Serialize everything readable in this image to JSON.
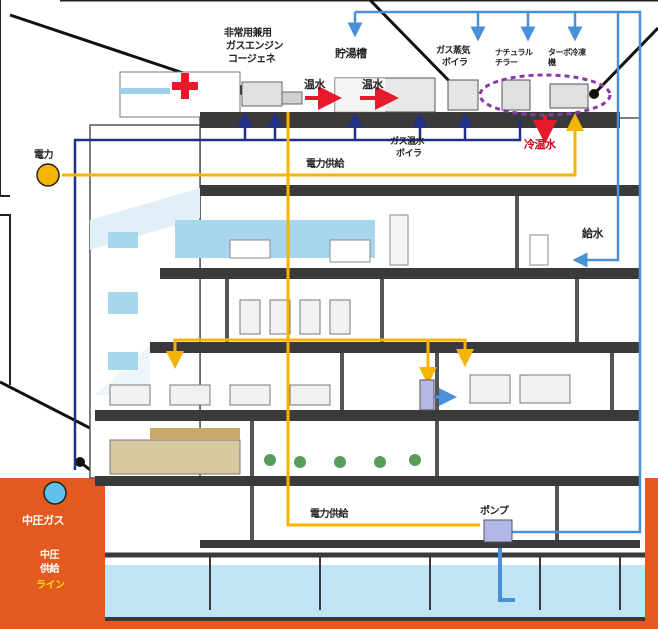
{
  "labels": {
    "cogen_line1": "非常用兼用",
    "cogen_line2": "ガスエンジン",
    "cogen_line3": "コージェネ",
    "storage_tank": "貯湯槽",
    "hot_water_1": "温水",
    "hot_water_2": "温水",
    "gas_boiler_line1": "ガス蒸気",
    "gas_boiler_line2": "ボイラ",
    "gas_heater_line1": "ガス温水",
    "gas_heater_line2": "ボイラ",
    "natural_chiller": "ナチュラルチラー",
    "turbo_chiller": "ターボ冷凍機",
    "cold_hot_water": "冷温水",
    "power_1": "電力",
    "power_supply_top": "電力供給",
    "water_supply": "給水",
    "pump": "ポンプ",
    "power_supply_bottom": "電力供給",
    "medium_gas": "中圧ガス",
    "medium_pressure_line1": "中圧",
    "medium_pressure_line2": "供給",
    "medium_pressure_line3": "ライン"
  },
  "colors": {
    "gas_orange": "#e25a1f",
    "power_yellow": "#f5b400",
    "water_blue": "#4a90d9",
    "navy_pipe": "#1f2f8a",
    "red_arrow": "#e8192c",
    "slab": "#3a3a3a",
    "water_tank": "#bfe4f5",
    "purple_dashed": "#8a3aa5"
  }
}
